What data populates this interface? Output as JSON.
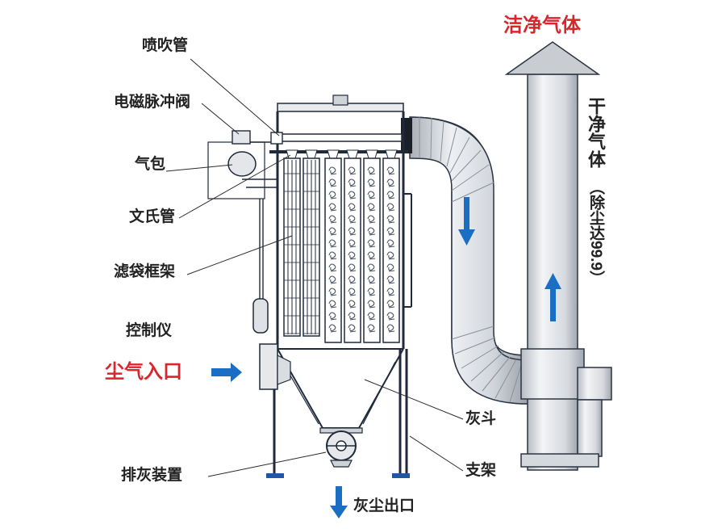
{
  "labels": {
    "spray_pipe": "喷吹管",
    "pulse_valve": "电磁脉冲阀",
    "air_bag": "气包",
    "venturi": "文氏管",
    "bag_cage": "滤袋框架",
    "controller": "控制仪",
    "dust_inlet": "尘气入口",
    "ash_hopper": "灰斗",
    "support": "支架",
    "discharge": "排灰装置",
    "dust_outlet": "灰尘出口",
    "clean_gas": "洁净气体",
    "dry_gas": "干净气体",
    "efficiency": "（除尘达99.9）"
  },
  "colors": {
    "accent_red": "#d8262c",
    "arrow_blue": "#1a6fc4",
    "outline": "#1f2a3a",
    "foot_blue": "#1f56a8"
  }
}
